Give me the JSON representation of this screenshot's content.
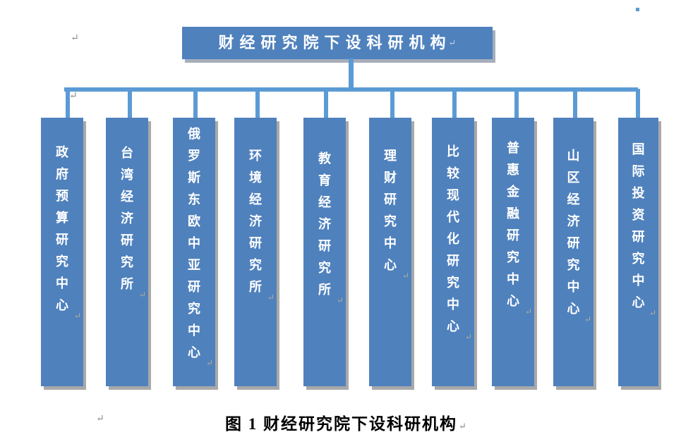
{
  "colors": {
    "shape_fill": "#4F81BD",
    "connector": "#5B9BD5",
    "shape_text": "#FFFFFF",
    "caption_text": "#000000",
    "shadow": "#A9A9A9",
    "format_mark": "#8A8A8A"
  },
  "marks": {
    "paragraph": "↵"
  },
  "chart": {
    "type": "org-chart",
    "root": "财经研究院下设科研机构",
    "units": [
      "政府预算研究中心",
      "台湾经济研究所",
      "俄罗斯东欧中亚研究中心",
      "环境经济研究所",
      "教育经济研究所",
      "理财研究中心",
      "比较现代化研究中心",
      "普惠金融研究中心",
      "山区经济研究中心",
      "国际投资研究中心"
    ]
  },
  "caption": {
    "text": "图 1 财经研究院下设科研机构"
  }
}
